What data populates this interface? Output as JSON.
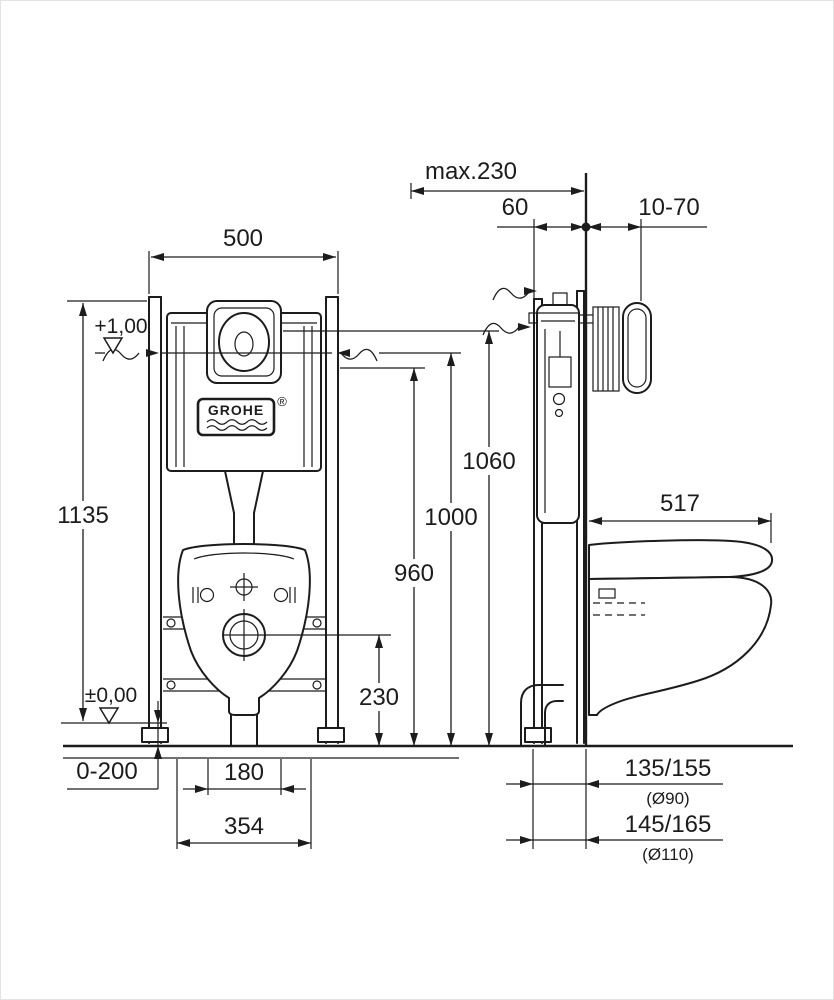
{
  "diagram": {
    "brand": {
      "name": "GROHE",
      "registered": "®"
    },
    "front": {
      "width": "500",
      "height": "1135",
      "level_top": "+1,00",
      "level_zero": "±0,00",
      "foot_adjust": "0-200",
      "fixing_distance": "180",
      "base_width": "354",
      "outlet_height": "230",
      "height_960": "960",
      "height_1000": "1000",
      "height_1060": "1060"
    },
    "side": {
      "max_depth": "max.230",
      "front_offset": "60",
      "wall_finish_range": "10-70",
      "bowl_depth": "517",
      "outlet_offset_90": "135/155",
      "outlet_dia_90": "(Ø90)",
      "outlet_offset_110": "145/165",
      "outlet_dia_110": "(Ø110)"
    },
    "colors": {
      "line": "#1c1c1c",
      "background": "#ffffff"
    }
  }
}
